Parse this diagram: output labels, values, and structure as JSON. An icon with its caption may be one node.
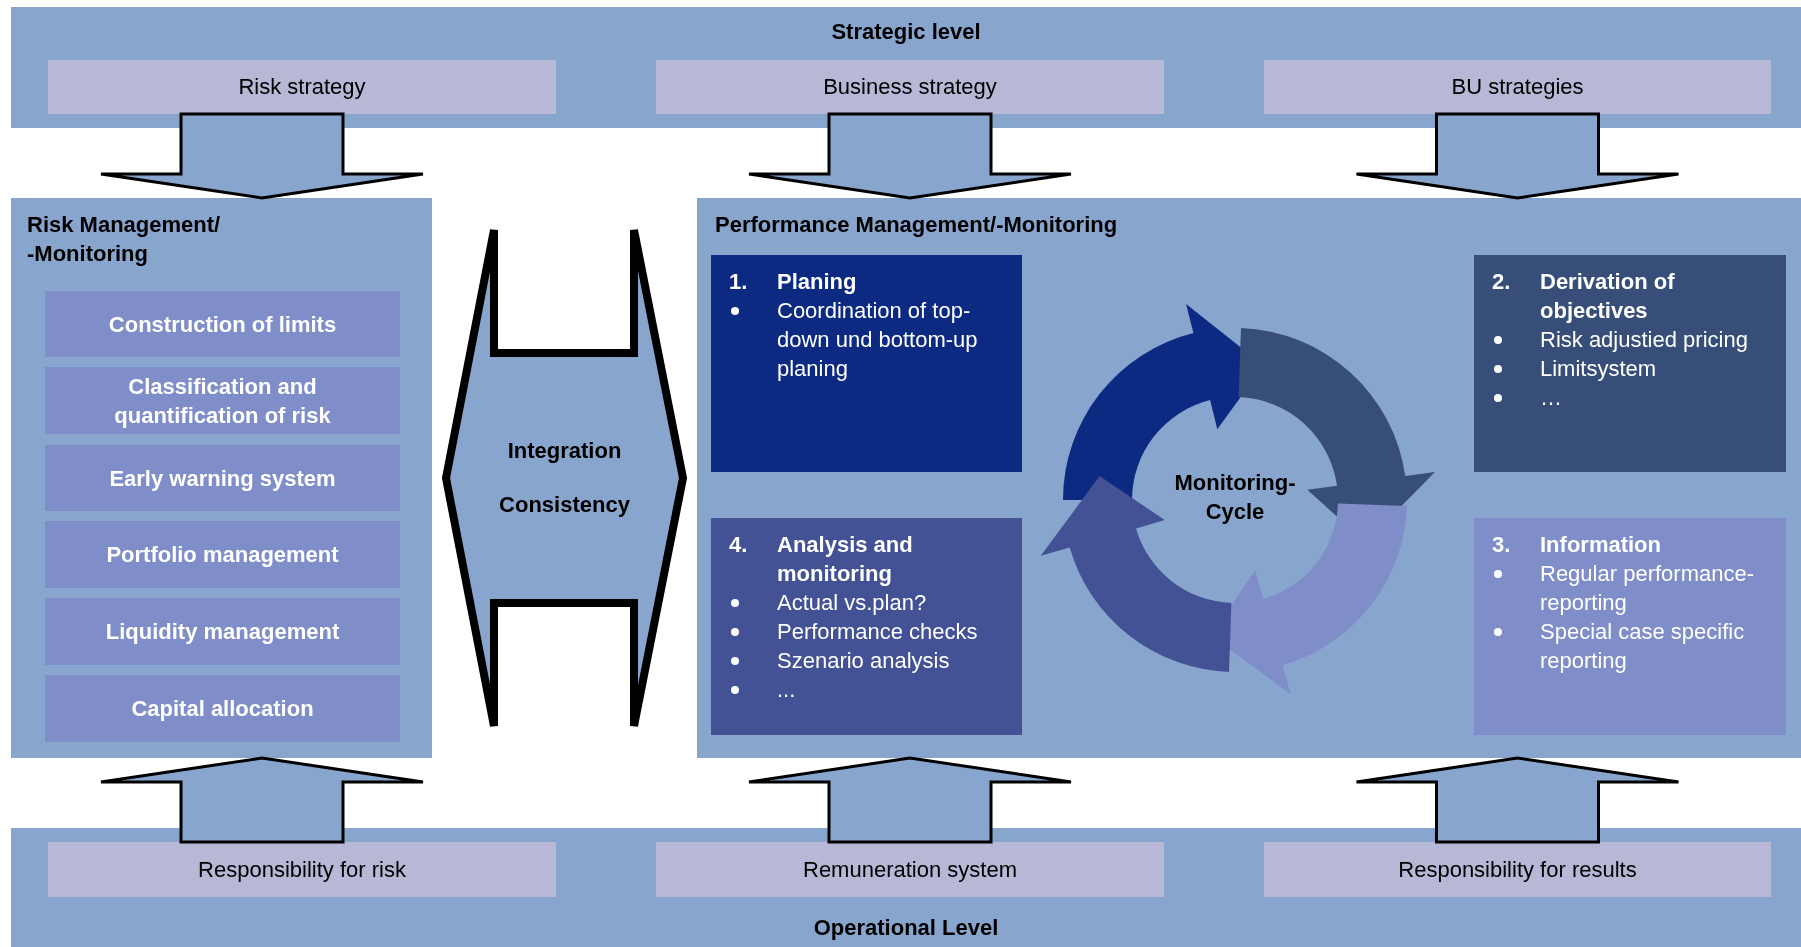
{
  "diagram": {
    "nodes": [
      {
        "text": [
          "Strategic level"
        ]
      },
      {
        "text": [
          "Risk strategy"
        ],
        "in": 0
      },
      {
        "text": [
          "Business strategy"
        ],
        "in": 0
      },
      {
        "text": [
          "BU strategies"
        ],
        "in": 0
      },
      {
        "text": [
          "Risk Management/ -Monitoring"
        ]
      },
      {
        "text": [
          "Construction of limits"
        ],
        "in": 4
      },
      {
        "text": [
          "Classification and quantification of risk"
        ],
        "in": 4
      },
      {
        "text": [
          "Early warning system"
        ],
        "in": 4
      },
      {
        "text": [
          "Portfolio management"
        ],
        "in": 4
      },
      {
        "text": [
          "Liquidity management"
        ],
        "in": 4
      },
      {
        "text": [
          "Capital allocation"
        ],
        "in": 4
      },
      {
        "text": [
          "Integration",
          "Consistency"
        ]
      },
      {
        "text": [
          "Performance Management/-Monitoring"
        ]
      },
      {
        "text": [
          "1.",
          "Planing",
          "Coordination of top-down und bottom-up planing"
        ],
        "in": 12
      },
      {
        "text": [
          "2.",
          "Derivation of objectives",
          "Risk adjustied pricing",
          "Limitsystem",
          "…"
        ],
        "in": 12
      },
      {
        "text": [
          "4.",
          "Analysis and monitoring",
          "Actual vs.plan?",
          "Performance checks",
          "Szenario analysis",
          "..."
        ],
        "in": 12
      },
      {
        "text": [
          "3.",
          "Information",
          "Regular performance-reporting",
          "Special case specific reporting"
        ],
        "in": 12
      },
      {
        "text": [
          "Operational Level"
        ]
      },
      {
        "text": [
          "Responsibility for risk"
        ],
        "in": 17
      },
      {
        "text": [
          "Remuneration system"
        ],
        "in": 17
      },
      {
        "text": [
          "Responsibility for results"
        ],
        "in": 17
      }
    ],
    "edges": [
      {
        "from": 1,
        "to": 4,
        "arrow": "to"
      },
      {
        "from": 2,
        "to": 12,
        "arrow": "to"
      },
      {
        "from": 3,
        "to": 12,
        "arrow": "to"
      },
      {
        "from": 18,
        "to": 4,
        "arrow": "to"
      },
      {
        "from": 19,
        "to": 12,
        "arrow": "to"
      },
      {
        "from": 20,
        "to": 12,
        "arrow": "to"
      }
    ],
    "labels": [
      "Monitoring-Cycle"
    ]
  }
}
